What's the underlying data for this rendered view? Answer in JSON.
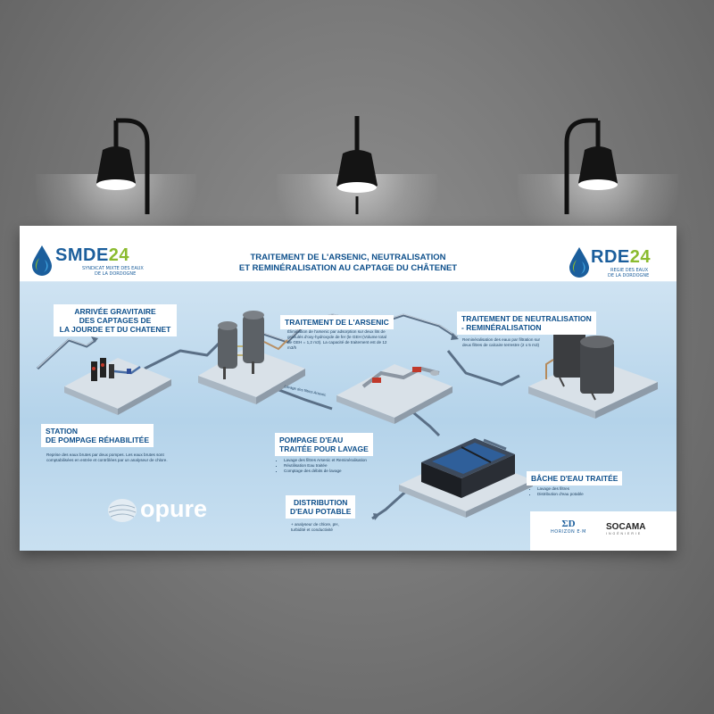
{
  "header": {
    "title_line1": "TRAITEMENT DE L'ARSENIC, NEUTRALISATION",
    "title_line2": "ET REMINÉRALISATION AU CAPTAGE DU CHÂTENET"
  },
  "logos": {
    "left_name": "SMDE",
    "left_num": "24",
    "left_sub1": "SYNDICAT MIXTE DES EAUX",
    "left_sub2": "DE LA DORDOGNE",
    "right_name": "RDE",
    "right_num": "24",
    "right_sub1": "REGIE DES EAUX",
    "right_sub2": "DE LA DORDOGNE",
    "opure": "opure",
    "sponsor1_big": "ΣD",
    "sponsor1_small": "HORIZON E·M",
    "sponsor2": "SOCAMA",
    "sponsor2_small": "INGÉNIERIE"
  },
  "sections": {
    "arrivee": {
      "title": "ARRIVÉE GRAVITAIRE\nDES CAPTAGES DE\nLA JOURDE ET DU CHATENET"
    },
    "arsenic": {
      "title": "TRAITEMENT DE L'ARSENIC",
      "desc": "Élimination de l'arsenic par adsorption sur deux lits de granulés d'oxy-hydroxyde de fer (le GEH (Volume total de GEH = 1,2 m3). La capacité de traitement est de 12 m3/h"
    },
    "neutralisation": {
      "title": "TRAITEMENT DE NEUTRALISATION\n- REMINÉRALISATION",
      "desc": "Reminéralisation des eaux par filtration sur deux filtres de calcaire terrestre (2 x 5 m3)"
    },
    "station": {
      "title": "STATION\nDE POMPAGE RÉHABILITÉE",
      "desc": "Reprise des eaux brutes par deux pompes. Les eaux brutes sont comptabilisées en entrée et contrôlées par un analyseur de chlore."
    },
    "pompage": {
      "title": "POMPAGE D'EAU\nTRAITÉE POUR LAVAGE",
      "items": [
        "Lavage des filtres Arsenic et Reminéralisation",
        "Réutilisation Eau traitée",
        "Comptage des débits de lavage"
      ]
    },
    "bache": {
      "title": "BÂCHE D'EAU TRAITÉE",
      "items": [
        "Lavage des filtres",
        "Distribution d'eau potable"
      ]
    },
    "distribution": {
      "title": "DISTRIBUTION\nD'EAU POTABLE",
      "desc": "+ analyseur de chlore, pH, turbidité et conductivité"
    },
    "pipe_label": "Lavage des\nfiltres Arsenic"
  },
  "colors": {
    "brand_blue": "#0d4f8b",
    "brand_green": "#8bbb2f",
    "panel_blue": "#b4d3ea"
  }
}
